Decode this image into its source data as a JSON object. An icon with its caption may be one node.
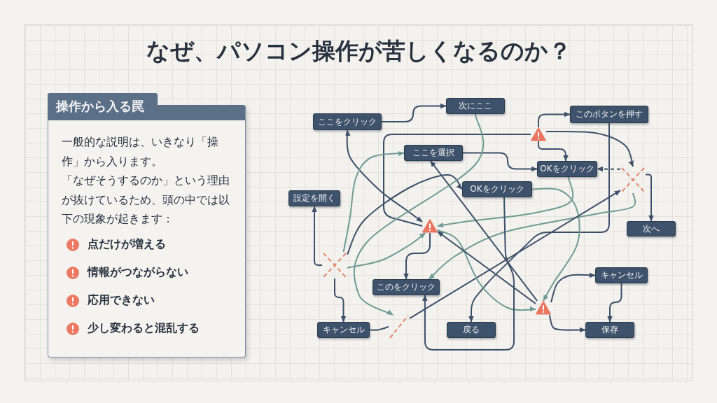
{
  "diagram": {
    "title": "なぜ、パソコン操作が苦しくなるのか？",
    "nodes": [
      {
        "text": [
          "操作から入る罠",
          "一般的な説明は、いきなり「操作」から入ります。",
          "「なぜそうするのか」という理由が抜けているため、頭の中では以下の現象が起きます：",
          "点だけが増える",
          "情報がつながらない",
          "応用できない",
          "少し変わると混乱する"
        ]
      },
      {
        "text": [
          "ここをクリック"
        ]
      },
      {
        "text": [
          "次にここ"
        ]
      },
      {
        "text": [
          "このボタンを押す"
        ]
      },
      {
        "text": [
          "ここを選択"
        ]
      },
      {
        "text": [
          "OKをクリック"
        ]
      },
      {
        "text": [
          "OKをクリック"
        ]
      },
      {
        "text": [
          "設定を開く"
        ]
      },
      {
        "text": [
          "次へ"
        ]
      },
      {
        "text": [
          "このをクリック"
        ]
      },
      {
        "text": [
          "キャンセル"
        ]
      },
      {
        "text": [
          "キャンセル"
        ]
      },
      {
        "text": [
          "戻る"
        ]
      },
      {
        "text": [
          "保存"
        ]
      },
      {
        "text": [],
        "shape": "triangle"
      },
      {
        "text": [],
        "shape": "triangle"
      },
      {
        "text": [],
        "shape": "triangle"
      },
      {
        "text": [],
        "shape": "cross"
      },
      {
        "text": [],
        "shape": "cross"
      },
      {
        "text": [],
        "shape": "slash"
      }
    ],
    "edges": [
      {
        "from": 1,
        "to": 2,
        "arrow": "to"
      },
      {
        "from": 1,
        "to": 15,
        "arrow": "both"
      },
      {
        "from": 14,
        "to": 15,
        "arrow": "none"
      },
      {
        "from": 4,
        "to": 5,
        "arrow": "to"
      },
      {
        "from": 14,
        "to": 3,
        "arrow": "to"
      },
      {
        "from": 14,
        "to": 5,
        "arrow": "to"
      },
      {
        "from": 14,
        "to": 18,
        "arrow": "to"
      },
      {
        "from": 18,
        "to": 5,
        "arrow": "to",
        "style": "dashed"
      },
      {
        "from": 18,
        "to": 8,
        "arrow": "to"
      },
      {
        "from": 3,
        "to": 12,
        "arrow": "to"
      },
      {
        "from": 15,
        "to": 9,
        "arrow": "to"
      },
      {
        "from": 6,
        "to": 16,
        "arrow": "to",
        "color": "#6f9b92"
      },
      {
        "from": 5,
        "to": 15,
        "arrow": "to",
        "color": "#6f9b92"
      },
      {
        "from": 18,
        "to": 9,
        "arrow": "to",
        "color": "#6f9b92"
      },
      {
        "from": 17,
        "to": 15,
        "arrow": "to",
        "color": "#6f9b92"
      },
      {
        "from": 17,
        "to": 11,
        "arrow": "to"
      },
      {
        "from": 17,
        "to": 7,
        "arrow": "to"
      },
      {
        "from": 11,
        "to": 19,
        "arrow": "none"
      },
      {
        "from": 19,
        "to": 18,
        "arrow": "to"
      },
      {
        "from": 16,
        "to": 4,
        "arrow": "to"
      },
      {
        "from": 16,
        "to": 10,
        "arrow": "to"
      },
      {
        "from": 16,
        "to": 13,
        "arrow": "to"
      },
      {
        "from": 10,
        "to": 13,
        "arrow": "to"
      },
      {
        "from": 15,
        "to": 16,
        "arrow": "to",
        "color": "#6f9b92"
      },
      {
        "from": 16,
        "to": 15,
        "arrow": "to"
      },
      {
        "from": 17,
        "to": 6,
        "arrow": "to"
      },
      {
        "from": 2,
        "to": 19,
        "arrow": "to",
        "color": "#6f9b92"
      },
      {
        "from": 17,
        "to": 4,
        "arrow": "to",
        "color": "#6f9b92"
      },
      {
        "from": 6,
        "to": 9,
        "arrow": "to"
      }
    ]
  }
}
